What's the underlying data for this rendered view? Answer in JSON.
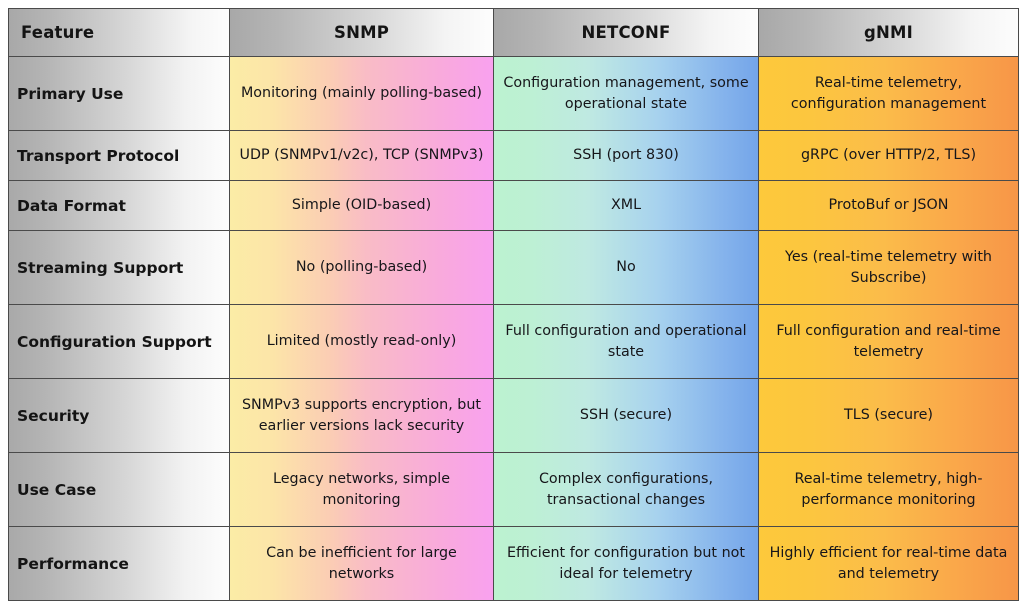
{
  "table": {
    "columns": [
      "Feature",
      "SNMP",
      "NETCONF",
      "gNMI"
    ],
    "rows": [
      {
        "feature": "Primary Use",
        "snmp": "Monitoring (mainly polling-based)",
        "netconf": "Configuration management, some operational state",
        "gnmi": "Real-time telemetry, configuration management"
      },
      {
        "feature": "Transport Protocol",
        "snmp": "UDP (SNMPv1/v2c), TCP (SNMPv3)",
        "netconf": "SSH (port 830)",
        "gnmi": "gRPC (over HTTP/2, TLS)"
      },
      {
        "feature": "Data Format",
        "snmp": "Simple (OID-based)",
        "netconf": "XML",
        "gnmi": "ProtoBuf or JSON"
      },
      {
        "feature": "Streaming Support",
        "snmp": "No (polling-based)",
        "netconf": "No",
        "gnmi": "Yes (real-time telemetry with Subscribe)"
      },
      {
        "feature": "Configuration Support",
        "snmp": "Limited (mostly read-only)",
        "netconf": "Full configuration and operational state",
        "gnmi": "Full configuration and real-time telemetry"
      },
      {
        "feature": "Security",
        "snmp": "SNMPv3 supports encryption, but earlier versions lack security",
        "netconf": "SSH (secure)",
        "gnmi": "TLS (secure)"
      },
      {
        "feature": "Use Case",
        "snmp": "Legacy networks, simple monitoring",
        "netconf": "Complex configurations, transactional changes",
        "gnmi": "Real-time telemetry, high-performance monitoring"
      },
      {
        "feature": "Performance",
        "snmp": "Can be inefficient for large networks",
        "netconf": "Efficient for configuration but not ideal for telemetry",
        "gnmi": "Highly efficient for real-time data and telemetry"
      }
    ]
  },
  "colors": {
    "header_gradient_start": "#a8a8a8",
    "header_gradient_end": "#fdfdfd",
    "snmp_gradient_start": "#fbeca6",
    "snmp_gradient_end": "#f9a1ef",
    "netconf_gradient_start": "#bcf2d0",
    "netconf_gradient_end": "#74a5e9",
    "gnmi_gradient_start": "#fdc93b",
    "gnmi_gradient_end": "#f79648",
    "border": "#4a4a4a",
    "text": "#141414"
  }
}
